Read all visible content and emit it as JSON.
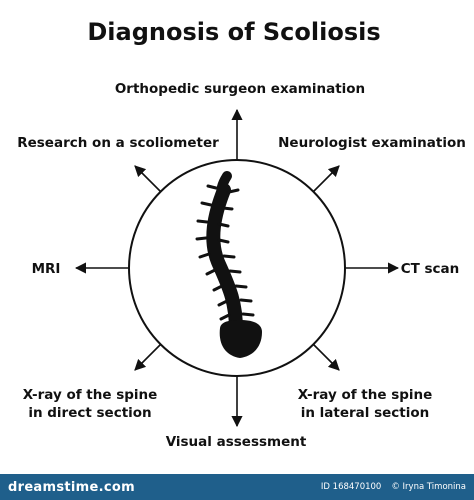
{
  "title": "Diagnosis of Scoliosis",
  "colors": {
    "ink": "#111111",
    "background": "#ffffff",
    "footer_bar": "#1f5f8b"
  },
  "methods": {
    "top": "Orthopedic surgeon examination",
    "top_right": "Neurologist examination",
    "right": "CT scan",
    "bottom_right_line1": "X-ray of the spine",
    "bottom_right_line2": "in lateral section",
    "bottom": "Visual assessment",
    "bottom_left_line1": "X-ray of the spine",
    "bottom_left_line2": "in direct section",
    "left": "MRI",
    "top_left": "Research on a scoliometer"
  },
  "center_image": "curved-spine-silhouette",
  "footer": {
    "brand": "dreamstime.com",
    "id_text": "ID 168470100",
    "credit": "© Iryna Timonina"
  }
}
